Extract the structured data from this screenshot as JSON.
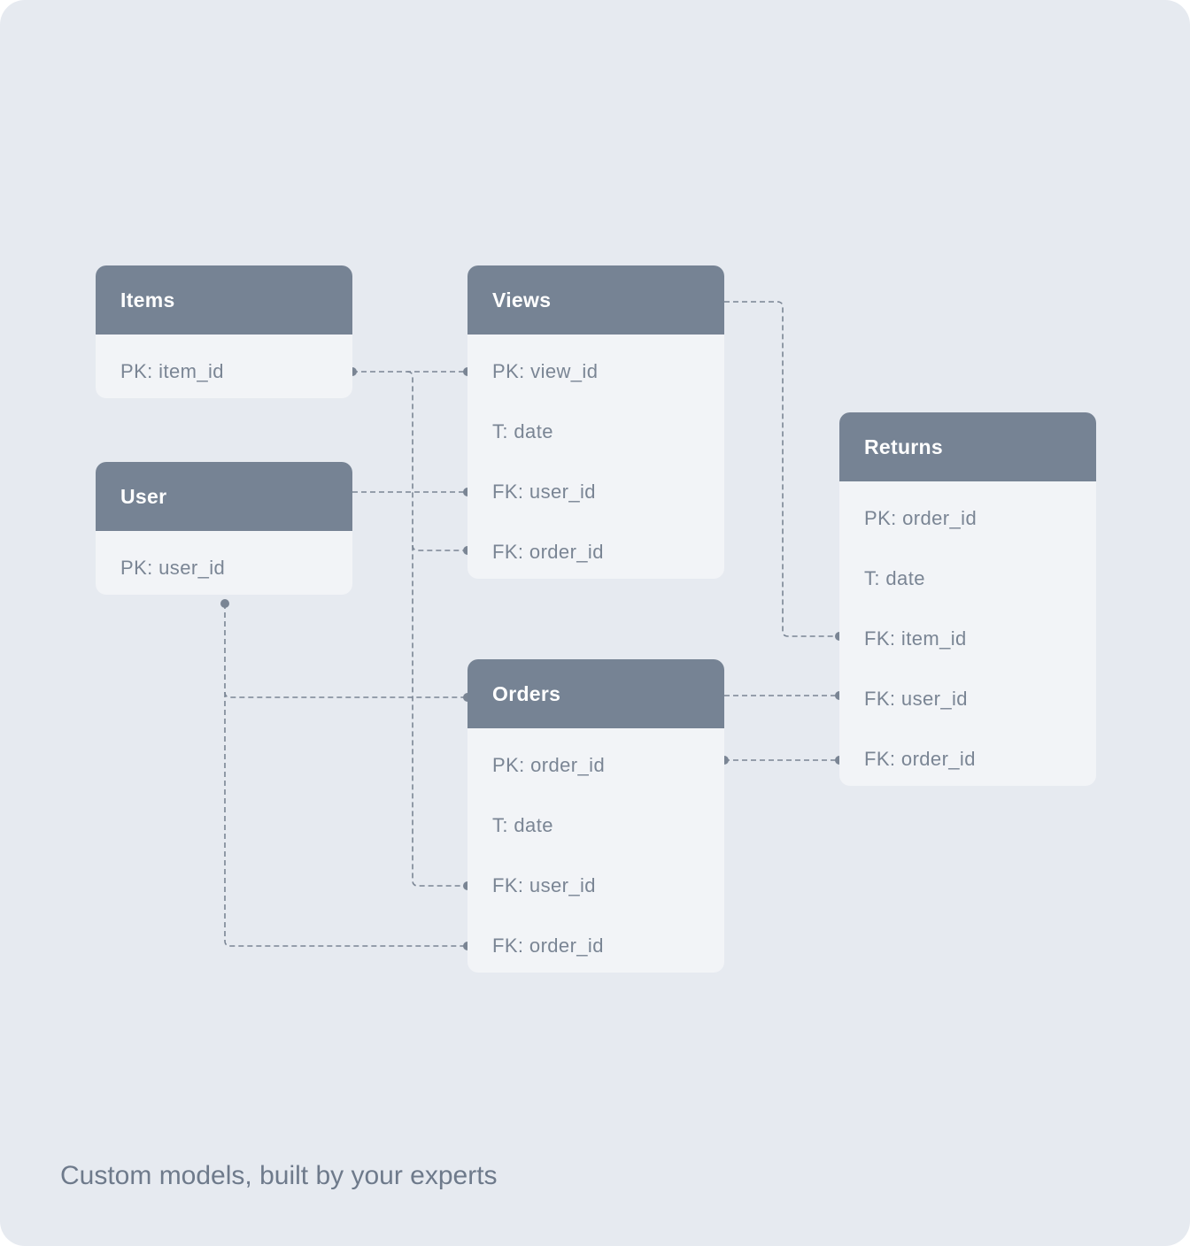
{
  "tables": {
    "items": {
      "title": "Items",
      "fields": [
        "PK: item_id"
      ]
    },
    "views": {
      "title": "Views",
      "fields": [
        "PK: view_id",
        "T: date",
        "FK: user_id",
        "FK: order_id"
      ]
    },
    "user": {
      "title": "User",
      "fields": [
        "PK: user_id"
      ]
    },
    "orders": {
      "title": "Orders",
      "fields": [
        "PK: order_id",
        "T: date",
        "FK: user_id",
        "FK: order_id"
      ]
    },
    "returns": {
      "title": "Returns",
      "fields": [
        "PK: order_id",
        "T: date",
        "FK: item_id",
        "FK: user_id",
        "FK: order_id"
      ]
    }
  },
  "caption": "Custom models, built by your experts",
  "colors": {
    "background": "#e6eaf0",
    "header": "#768394",
    "card": "#f2f4f7",
    "text": "#7a8594",
    "connector": "#7a8594"
  }
}
